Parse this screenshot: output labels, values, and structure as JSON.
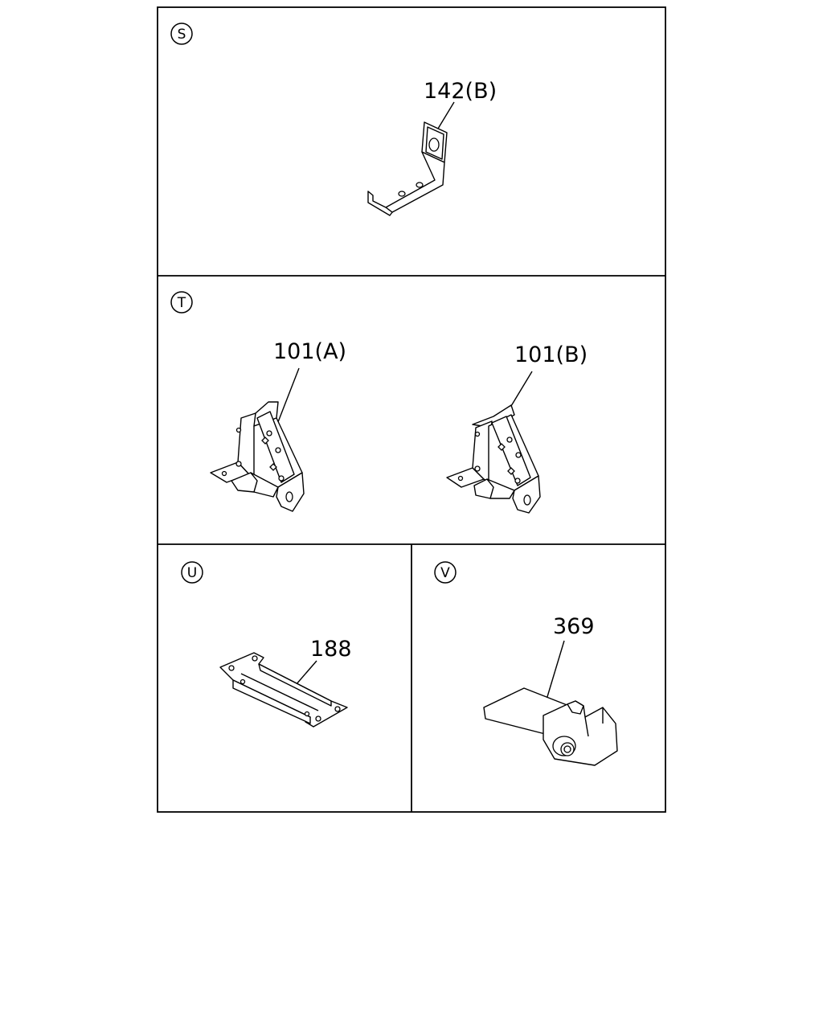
{
  "panels": [
    {
      "key": "S",
      "badge": "S",
      "callout": "142(B)"
    },
    {
      "key": "T",
      "badge": "T",
      "callouts": [
        "101(A)",
        "101(B)"
      ]
    },
    {
      "key": "U",
      "badge": "U",
      "callout": "188"
    },
    {
      "key": "V",
      "badge": "V",
      "callout": "369"
    }
  ]
}
